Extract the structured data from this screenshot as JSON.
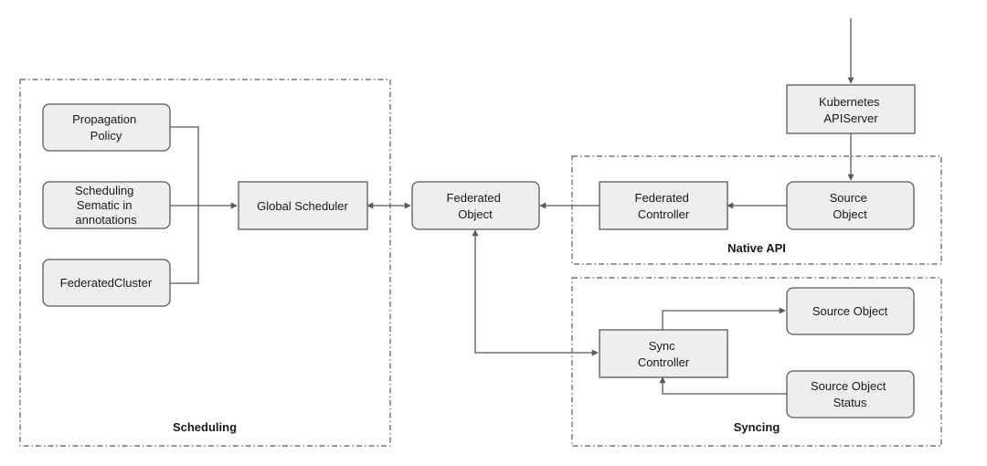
{
  "groups": {
    "scheduling": {
      "label": "Scheduling"
    },
    "native_api": {
      "label": "Native API"
    },
    "syncing": {
      "label": "Syncing"
    }
  },
  "nodes": {
    "propagation_policy": {
      "lines": [
        "Propagation",
        "Policy"
      ]
    },
    "scheduling_sematic": {
      "lines": [
        "Scheduling",
        "Sematic in",
        "annotations"
      ]
    },
    "federated_cluster": {
      "lines": [
        "FederatedCluster"
      ]
    },
    "global_scheduler": {
      "lines": [
        "Global Scheduler"
      ]
    },
    "federated_object": {
      "lines": [
        "Federated",
        "Object"
      ]
    },
    "federated_controller": {
      "lines": [
        "Federated",
        "Controller"
      ]
    },
    "source_object_native": {
      "lines": [
        "Source",
        "Object"
      ]
    },
    "kubernetes_apiserver": {
      "lines": [
        "Kubernetes",
        "APIServer"
      ]
    },
    "sync_controller": {
      "lines": [
        "Sync",
        "Controller"
      ]
    },
    "source_object_sync": {
      "lines": [
        "Source Object"
      ]
    },
    "source_object_status": {
      "lines": [
        "Source Object",
        "Status"
      ]
    }
  }
}
